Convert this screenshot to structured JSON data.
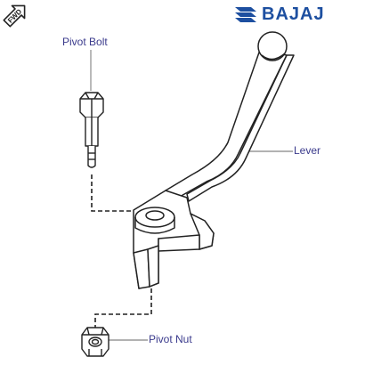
{
  "labels": {
    "pivot_bolt": "Pivot Bolt",
    "lever": "Lever",
    "pivot_nut": "Pivot Nut"
  },
  "badge": {
    "text": "FWD"
  },
  "brand": {
    "name": "BAJAJ",
    "color": "#1d4fa0"
  },
  "colors": {
    "line": "#222222",
    "label": "#3a3a8c",
    "leader": "#666666"
  },
  "icons": [
    "fwd-arrow-icon",
    "bajaj-logo-icon"
  ]
}
